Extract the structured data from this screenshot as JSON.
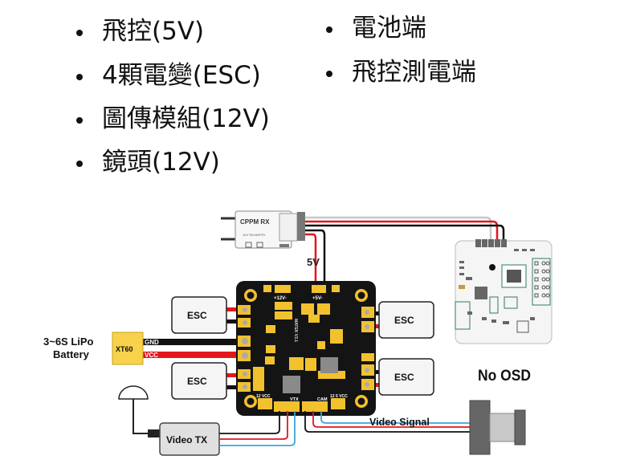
{
  "bullets_left": [
    {
      "text": "飛控(5V)"
    },
    {
      "text": "4顆電變(ESC)"
    },
    {
      "text": "圖傳模組(12V)"
    },
    {
      "text": "鏡頭(12V)"
    }
  ],
  "bullets_right": [
    {
      "text": "電池端"
    },
    {
      "text": "飛控測電端"
    }
  ],
  "diagram": {
    "receiver": {
      "title": "CPPM RX",
      "subtitle": "4CH TELEMETRY"
    },
    "label_5v": "5V",
    "battery": {
      "line1": "3~6S LiPo",
      "line2": "Battery",
      "connector": "XT60",
      "gnd": "GND",
      "vcc": "VCC"
    },
    "esc_label": "ESC",
    "pdb": {
      "label_12v": "+12V-",
      "label_5v": "+5V-",
      "brand": "MATEK V3.1",
      "vtx_label": "VTX",
      "cam_label": "CAM",
      "vcc12_label": "12 VCC",
      "vcc125_label": "12  5  VCC",
      "plus": "+",
      "minus": "−"
    },
    "video_tx": "Video TX",
    "video_signal": "Video Signal",
    "no_osd": "No OSD"
  },
  "colors": {
    "red_wire": "#e3161b",
    "black_wire": "#111111",
    "blue_wire": "#3fa3d9",
    "gray_wire": "#c8c8c8",
    "pcb_black": "#141414",
    "pad_gold": "#f2c12e",
    "xt60_yellow": "#f7d24a",
    "fc_green": "#2e7d56"
  }
}
